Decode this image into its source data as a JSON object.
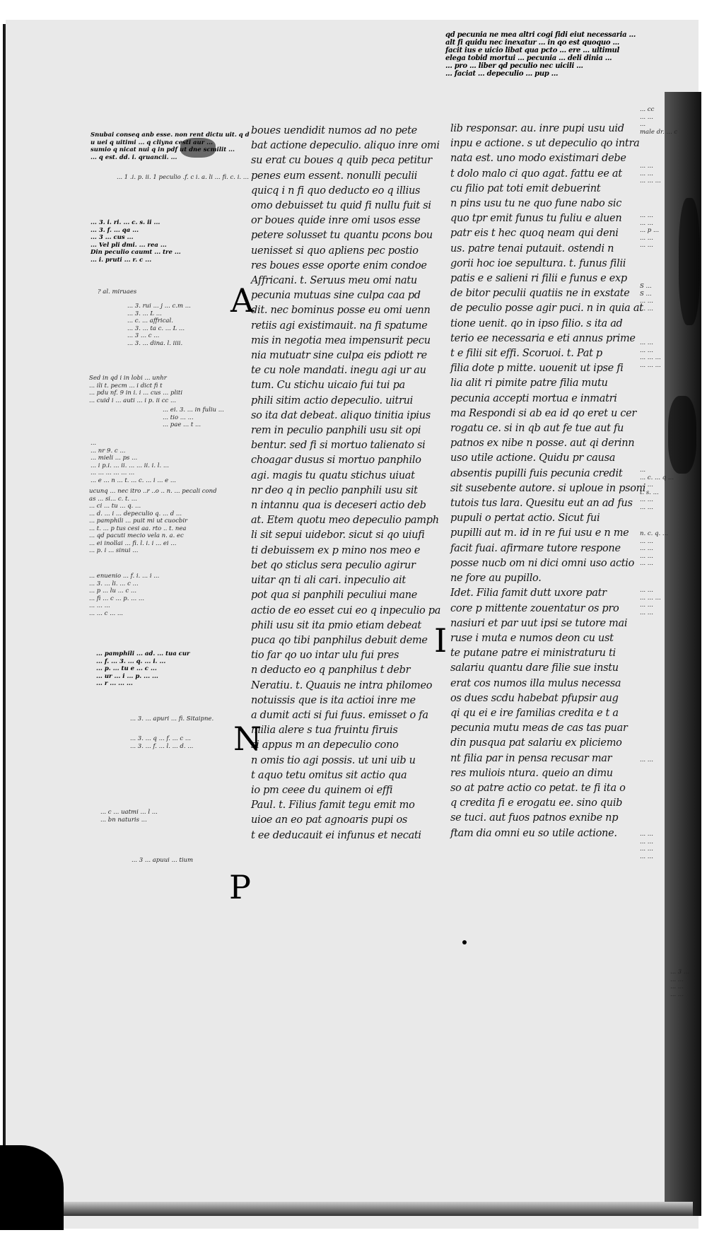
{
  "column_a": "boues uendidit numos ad no pete\nbat actione depeculio. aliquo inre omi\nsu erat cu boues q quib peca petitur\npenes eum essent. nonulli peculii\nquicq i n fi quo deducto eo q illius\nomo debuisset tu quid fi nullu fuit si\nor boues quide inre omi usos esse\npetere solusset tu quantu pcons bou\nuenisset si quo apliens pec postio\nres boues esse oporte enim condoe\nAffricani. t. Seruus meu omi natu\npecunia mutuas sine culpa caa pd\ndit. nec bominus posse eu omi uenn\nretiis agi existimauit. na fi spatume\nmis in negotia mea impensurit pecu\nnia mutuatr sine culpa eis pdiott re\nte cu nole mandati. inegu agi ur au\ntum. Cu stichu uicaio fui tui pa\nphili sitim actio depeculio. uitrui\nso ita dat debeat. aliquo tinitia ipius\nrem in peculio panphili usu sit opi\nbentur. sed fi si mortuo talienato si\nchoagar dusus si mortuo panphilo\nagi. magis tu quatu stichus uiuat\nnr deo q in peclio panphili usu sit\nn intannu qua is deceseri actio deb\nat. Etem quotu meo depeculio pamph\nli sit sepui uidebor. sicut si qo uiufi\nti debuissem ex p mino nos meo e\nbet qo sticlus sera peculio agirur\nuitar qn ti ali cari. inpeculio ait\npot qua si panphili peculiui mane\nactio de eo esset cui eo q inpeculio pa\nphili usu sit ita pmio etiam debeat\npuca qo tibi panphilus debuit deme\ntio far qo uo intar ulu fui pres\nn deducto eo q panphilus t debr\nNeratiu. t. Quauis ne intra philomeo\nnotuissis que is ita actioi inre me\na dumit acti si fui fuus. emisset o fa\nmilia alere s tua fruintu firuis\nsi appus m an depeculio cono\nn omis tio agi possis. ut uni uib u\nt aquo tetu omitus sit actio qua\nio pm ceee du quinem oi effi\nPaul. t. Filius famit tegu emit mo\nuioe an eo pat agnoaris pupi os\nt ee deducauit ei infunus et necati",
  "column_b_header": "qd pecunia ne mea altri cogi fidi eiut necessaria ...\nalt fi quidu nec inexatur ... in qo est quoquo ...\nfacit ius e uicio libat qua pcto ... ere ... ultimul\nelega tobid mortui ... pecunia ... deli dinia ...\n... pro ... liber qd peculio nec uicili ...\n... faciat ... depeculio ... pup ...",
  "column_b": "lib responsar. au. inre pupi usu uid\ninpu e actione. s ut depeculio qo intra\nnata est. uno modo existimari debe\nt dolo malo ci quo agat. fattu ee at\ncu filio pat toti emit debuerint\nn pins usu tu ne quo fune nabo sic\nquo tpr emit funus tu fuliu e aluen\npatr eis t hec quoq neam qui deni\nus. patre tenai putauit. ostendi n\ngorii hoc ioe sepultura. t. funus filii\npatis e e salieni ri filii e funus e exp\nde bitor peculii quatiis ne in exstate\nde peculio posse agir puci. n in quia at\ntione uenit. qo in ipso filio. s ita ad\nterio ee necessaria e eti annus prime\nt e filii sit effi. Scoruoi. t. Pat p\nfilia dote p mitte. uouenit ut ipse fi\nlia alit ri pimite patre filia mutu\npecunia accepti mortua e inmatri\nma Respondi si ab ea id qo eret u cer\nrogatu ce. si in qb aut fe tue aut fu\npatnos ex nibe n posse. aut qi derinn\nuso utile actione. Quidu pr causa\nabsentis pupilli fuis pecunia credit\nsit susebente autore. si uploue in psoni\ntutois tus lara. Quesitu eut an ad fus\npupuli o pertat actio. Sicut fui\npupilli aut m. id in re fui usu e n me\nfacit fuai. afirmare tutore respone\nposse nucb om ni dici omni uso actio\nne fore au pupillo.\nIdet. Filia famit dutt uxore patr\ncore p mittente zouentatur os pro\nnasiuri et par uut ipsi se tutore mai\nruse i muta e numos deon cu ust\nte putane patre ei ministraturu ti\nsalariu quantu dare filie sue instu\nerat cos numos illa mulus necessa\nos dues scdu habebat pfupsir aug\nqi qu ei e ire familias credita e t a\npecunia mutu meas de cas tas puar\ndin pusqua pat salariu ex pliciemo\nnt filia par in pensa recusar mar\nres muliois ntura. queio an dimu\nso at patre actio co petat. te fi ita o\nq credita fi e erogatu ee. sino quib\nse tuci. aut fuos patnos exnibe np\nftam dia omni eu so utile actione.",
  "margin_left": [
    "Snubai conseq anb esse. non rent dictu uit. q d\nu uei q uitimi ... q cliyna cesti aur ...\nsumio q nicat nui q in pdf ut dne scmilit ...\n... q est. dd. i. qruancii. ...",
    "... 1 .i. p. ii. 1 peculio .f. c i. a. li ... fi. c. i. ...",
    "... 3. i. ri. ... c. s. ii ...\n... 3. f. ... qa ...\n... 3 ... cus ...\n... Vel pli dmi. ... rea ...\nDin peculio caumt ... tre ...\n... i. pruti ... r. c ...",
    "? al. miruaes",
    "... 3. rui ... j ... c.m ...\n... 3. ... L ...\n... c. ... affrical.\n... 3. ... ta c. ... L ...\n... 3 ... c ...\n... 3. ... dina. l. iiii.",
    "Sed in qd i in lobi ... unhr\n... ili t. pecm ... i dict fi t\n... pdu nf. 9 in i. i ... cus ... pliti\n... cuid i ... auti ... i p. ii cc ...",
    "... ei. 3. ... in fuliu ...\n... tio ... ...\n... pae ... t ...",
    "...\n... nr 9. c ...\n... mieli ... ps ...\n... i p.i. ... ii. ... ... ii. i. l. ...\n... ... ... ... ... ...\n... e ... n ... t. ... c. ... i ... e ...",
    "ucunq ... nec itro ..r ..o .. n. ... pecali cond\nas ... si... c. t. ...\n... ci ... tu ... q. ...\n... d. ... i ... depeculio q. ... d ...\n... pamphili ... puit mi ut cuocbir\n... t. ... p tus cesi aa. rto .. t. nea\n... qd pacuti mecio vela n. a. ec\n... ei inollai ... fi. l. i. i ... ei ...\n... p. i ... sinui ...",
    "... enuenio ... f. i. ... i ...\n... 3. ... li. ... c ...\n... p ... lu ... c ...\n... fi ... c ... p. ... ...\n... ... ...\n... ... c ... ...",
    "... pamphili ... ad. ... tua cur\n... f. ... 3. ... q. ... i. ...\n... p. ... tu e ... c ...\n... ur ... i ... p. ... ...\n... r ... ... ...",
    "... 3. ... apuri ... fi. Sitaipne.",
    "... 3. ... q ... f. ... c ...\n... 3. ... f. ... l. ... d. ...",
    "... c ... uatmi ... l ...\n... bn naturis ...",
    "... 3 ... apuui ... tium"
  ],
  "margin_right": [
    "... cc\n... ...\n...\nmale dr. ... c",
    "... ...\n... ...\n... ... ...",
    "... ...\n... ...\n... p ...\n... ...\n... ...",
    "S ...\nS ...\n... ...\n... ...",
    "... ...\n... ...\n... ... ...\n... ... ...",
    "... \n... c. ... q ...\n... ...\nt. s. ...\n... ...\n... ...",
    "n. c. q. ...\n... ...\n... ...\n... ...\n... ...",
    "... ...\n... ... ...\n... ...\n... ...",
    "... ...",
    "... ...\n... ...\n... ...\n... ...",
    "... 3 ...\n... ...\n... ...\n... ..."
  ],
  "initials": [
    "A",
    "N",
    "P",
    "I"
  ]
}
